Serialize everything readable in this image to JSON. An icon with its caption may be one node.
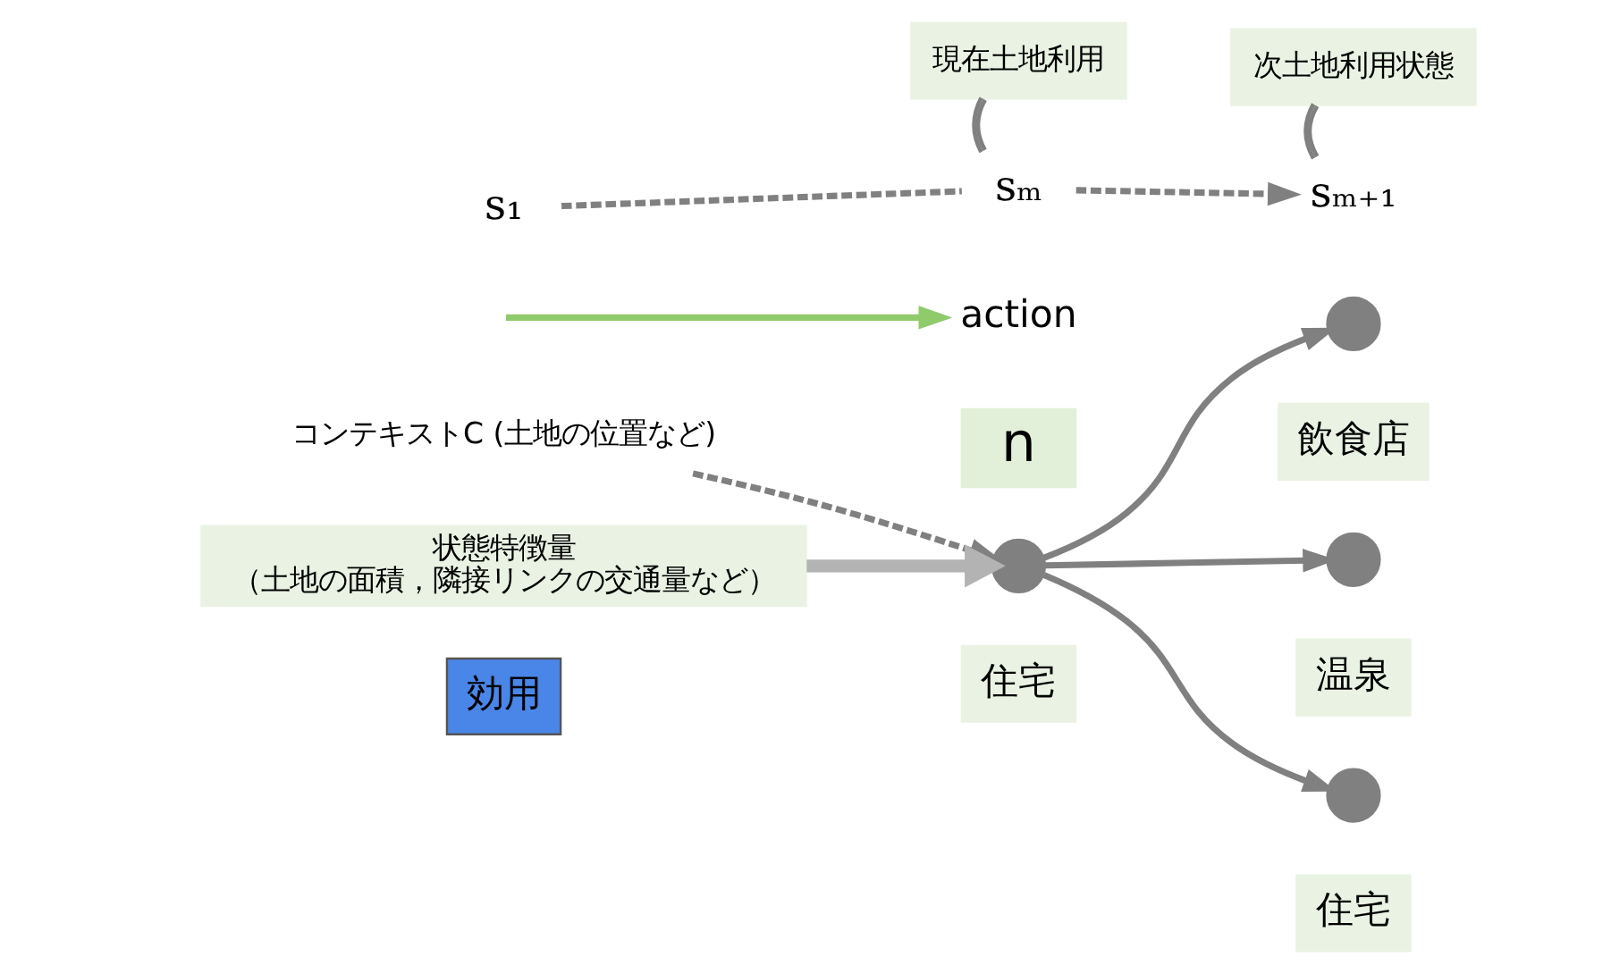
{
  "diagram": {
    "nodes": [
      {
        "text": [
          "現在土地利用"
        ]
      },
      {
        "text": [
          "次土地利用状態"
        ]
      },
      {
        "text": [
          "s₁"
        ]
      },
      {
        "text": [
          "sₘ"
        ]
      },
      {
        "text": [
          "sₘ₊₁"
        ]
      },
      {
        "text": [
          "n"
        ]
      },
      {
        "text": [],
        "shape": "circle",
        "beside": [
          "住宅"
        ]
      },
      {
        "text": [
          "コンテキストC (土地の位置など)"
        ]
      },
      {
        "text": [
          "状態特徴量",
          "（土地の面積，隣接リンクの交通量など）"
        ]
      },
      {
        "text": [
          "効用"
        ]
      },
      {
        "text": [],
        "shape": "circle",
        "beside": [
          "飲食店"
        ]
      },
      {
        "text": [],
        "shape": "circle",
        "beside": [
          "温泉"
        ]
      },
      {
        "text": [],
        "shape": "circle",
        "beside": [
          "住宅"
        ]
      },
      {
        "text": [
          "action"
        ]
      }
    ],
    "edges": [
      {
        "from": 0,
        "to": 3,
        "arrow": "none"
      },
      {
        "from": 1,
        "to": 4,
        "arrow": "none"
      },
      {
        "from": 2,
        "to": 3,
        "arrow": "none",
        "style": "dashed"
      },
      {
        "from": 3,
        "to": 4,
        "arrow": "to",
        "style": "dashed"
      },
      {
        "from": null,
        "to": 13,
        "arrow": "to",
        "color": "#8fcb6b"
      },
      {
        "from": 7,
        "to": 6,
        "arrow": "to",
        "style": "dashed"
      },
      {
        "from": 8,
        "to": 6,
        "arrow": "to",
        "style": "thick",
        "color": "#b3b3b3"
      },
      {
        "from": 6,
        "to": 10,
        "arrow": "to"
      },
      {
        "from": 6,
        "to": 11,
        "arrow": "to"
      },
      {
        "from": 6,
        "to": 12,
        "arrow": "to"
      }
    ]
  }
}
